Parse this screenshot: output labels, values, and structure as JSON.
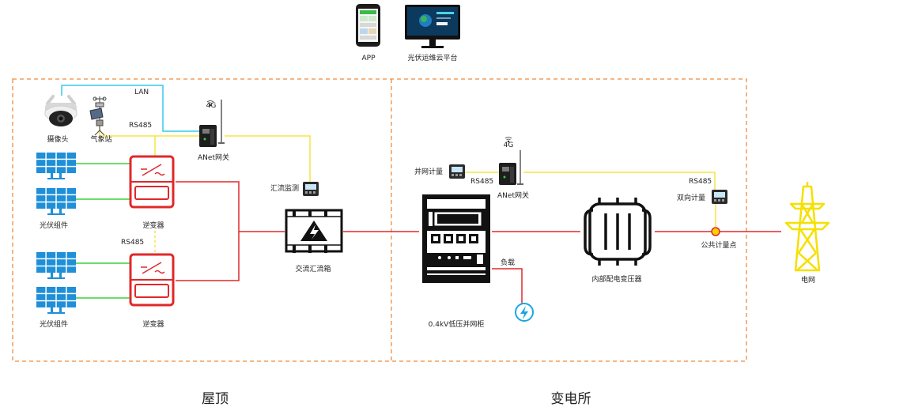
{
  "top": {
    "app_label": "APP",
    "platform_label": "光伏运维云平台"
  },
  "rooftop": {
    "section_title": "屋顶",
    "camera_label": "摄像头",
    "weather_label": "气象站",
    "lan_label": "LAN",
    "rs485_top": "RS485",
    "rs485_mid": "RS485",
    "gateway_label": "ANet网关",
    "gateway_signal": "4G",
    "pv_label_1": "光伏组件",
    "pv_label_2": "光伏组件",
    "inverter_label_1": "逆变器",
    "inverter_label_2": "逆变器",
    "combiner_monitor_label": "汇流监测",
    "combiner_box_label": "交流汇流箱"
  },
  "substation": {
    "section_title": "变电所",
    "grid_meter_label": "并网计量",
    "rs485_left": "RS485",
    "gateway_label": "ANet网关",
    "gateway_signal": "4G",
    "rs485_right": "RS485",
    "bidirectional_meter_label": "双向计量",
    "public_meter_point_label": "公共计量点",
    "cabinet_label": "0.4kV低压并网柜",
    "load_label": "负载",
    "transformer_label": "内部配电变压器",
    "grid_label": "电网"
  },
  "colors": {
    "dashed_border": "#f08a3a",
    "lan_line": "#35c8f0",
    "rs485_line": "#f5e642",
    "dc_line": "#3ad23a",
    "ac_line": "#e0282a",
    "tower": "#f5e000",
    "load_icon": "#1aa7e0"
  }
}
